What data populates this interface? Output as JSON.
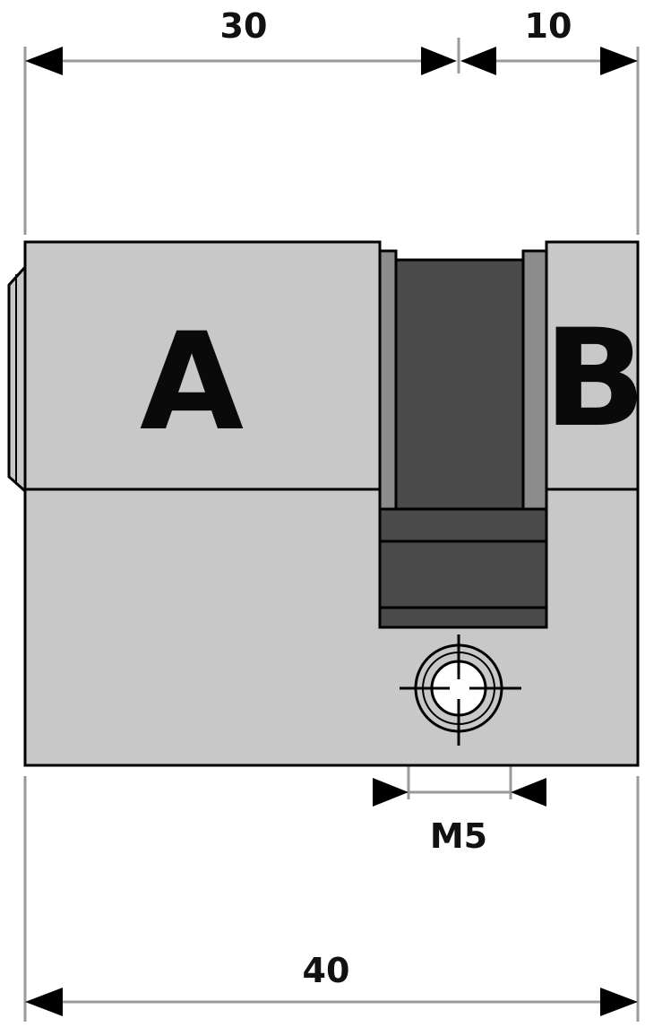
{
  "dimensions": {
    "left_top": "30",
    "right_top": "10",
    "thread": "M5",
    "overall": "40"
  },
  "labels": {
    "side_a": "A",
    "side_b": "B"
  },
  "colors": {
    "body": "#c8c8c8",
    "cam_slot": "#4a4a4a",
    "rim": "#8c8c8c",
    "outline": "#000000",
    "dimension_line": "#9a9a9a",
    "arrow": "#000000"
  }
}
